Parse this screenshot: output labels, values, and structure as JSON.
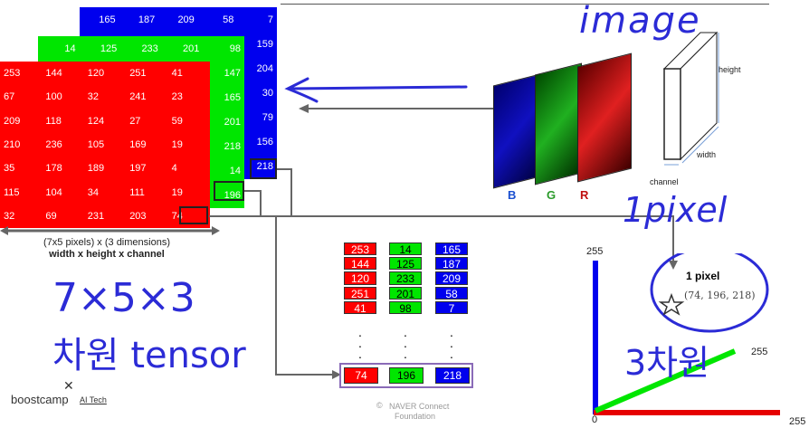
{
  "matrices": {
    "blue": [
      [
        "165",
        "187",
        "209",
        "58",
        "7"
      ],
      [
        "",
        "",
        "",
        "",
        "159"
      ],
      [
        "",
        "",
        "",
        "",
        "204"
      ],
      [
        "",
        "",
        "",
        "",
        "30"
      ],
      [
        "",
        "",
        "",
        "",
        "79"
      ],
      [
        "",
        "",
        "",
        "",
        "156"
      ],
      [
        "",
        "",
        "",
        "",
        "218"
      ]
    ],
    "green": [
      [
        "14",
        "125",
        "233",
        "201",
        "98"
      ],
      [
        "",
        "",
        "",
        "",
        "147"
      ],
      [
        "",
        "",
        "",
        "",
        "165"
      ],
      [
        "",
        "",
        "",
        "",
        "201"
      ],
      [
        "",
        "",
        "",
        "",
        "218"
      ],
      [
        "",
        "",
        "",
        "",
        "14"
      ],
      [
        "",
        "",
        "",
        "",
        "196"
      ]
    ],
    "red": [
      [
        "253",
        "144",
        "120",
        "251",
        "41"
      ],
      [
        "67",
        "100",
        "32",
        "241",
        "23"
      ],
      [
        "209",
        "118",
        "124",
        "27",
        "59"
      ],
      [
        "210",
        "236",
        "105",
        "169",
        "19"
      ],
      [
        "35",
        "178",
        "189",
        "197",
        "4"
      ],
      [
        "115",
        "104",
        "34",
        "111",
        "19"
      ],
      [
        "32",
        "69",
        "231",
        "203",
        "74"
      ]
    ]
  },
  "dims_label": "(7x5 pixels) x (3 dimensions)",
  "dims_sublabel": "width x height x channel",
  "columns": {
    "red": [
      "253",
      "144",
      "120",
      "251",
      "41"
    ],
    "green": [
      "14",
      "125",
      "233",
      "201",
      "98"
    ],
    "blue": [
      "165",
      "187",
      "209",
      "58",
      "7"
    ]
  },
  "pixel_values": {
    "r": "74",
    "g": "196",
    "b": "218"
  },
  "channel_labels": {
    "b": "B",
    "g": "G",
    "r": "R"
  },
  "volume_labels": {
    "height": "height",
    "width": "width",
    "channel": "channel"
  },
  "axis_labels": {
    "y_max": "255",
    "origin": "0",
    "x_max": "255",
    "line_end": "255"
  },
  "pixel_box": {
    "title": "1 pixel",
    "coords": "(74, 196, 218)"
  },
  "handwriting": {
    "image": "image",
    "pixel": "1pixel",
    "tensor_shape": "7×5×3",
    "tensor_word": "차원 tensor",
    "three_d": "3차원"
  },
  "footer": {
    "brand": "boostcamp",
    "brand_suffix": "AI Tech",
    "credit_line1": "NAVER Connect",
    "credit_line2": "Foundation"
  },
  "colors": {
    "red": "#ff0000",
    "green": "#00e600",
    "blue": "#0000ee",
    "ink": "#2b2bd6"
  }
}
